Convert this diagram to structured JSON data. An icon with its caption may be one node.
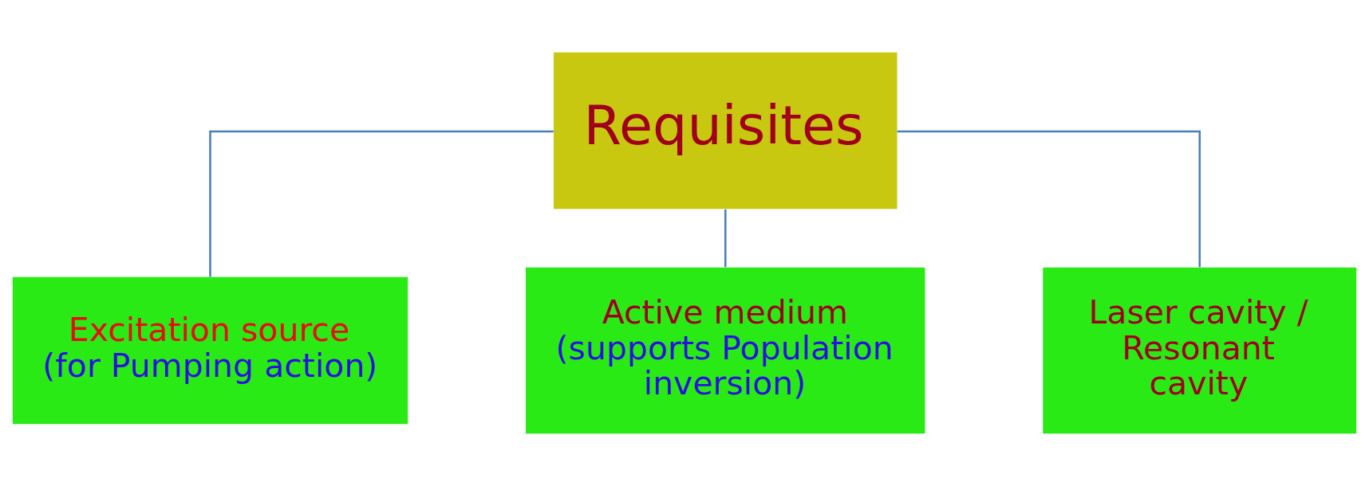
{
  "diagram": {
    "nodes": [
      {
        "text": [
          "Requisites"
        ]
      },
      {
        "text": [
          "Excitation source",
          "(for Pumping action)"
        ]
      },
      {
        "text": [
          "Active medium",
          "(supports Population inversion)"
        ]
      },
      {
        "text": [
          "Laser cavity / Resonant cavity"
        ]
      }
    ],
    "edges": [
      {
        "from": 0,
        "to": 1,
        "arrow": "none"
      },
      {
        "from": 0,
        "to": 2,
        "arrow": "none"
      },
      {
        "from": 0,
        "to": 3,
        "arrow": "none"
      }
    ]
  }
}
